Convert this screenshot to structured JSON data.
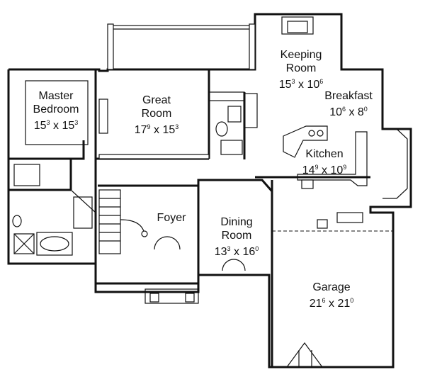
{
  "rooms": {
    "master_bedroom": {
      "name_1": "Master",
      "name_2": "Bedroom",
      "w_ft": "15",
      "w_in": "3",
      "d_ft": "15",
      "d_in": "3"
    },
    "great_room": {
      "name_1": "Great",
      "name_2": "Room",
      "w_ft": "17",
      "w_in": "9",
      "d_ft": "15",
      "d_in": "3"
    },
    "keeping_room": {
      "name_1": "Keeping",
      "name_2": "Room",
      "w_ft": "15",
      "w_in": "3",
      "d_ft": "10",
      "d_in": "6"
    },
    "breakfast": {
      "name": "Breakfast",
      "w_ft": "10",
      "w_in": "6",
      "d_ft": "8",
      "d_in": "0"
    },
    "kitchen": {
      "name": "Kitchen",
      "w_ft": "14",
      "w_in": "9",
      "d_ft": "10",
      "d_in": "9"
    },
    "foyer": {
      "name": "Foyer"
    },
    "dining_room": {
      "name_1": "Dining",
      "name_2": "Room",
      "w_ft": "13",
      "w_in": "3",
      "d_ft": "16",
      "d_in": "0"
    },
    "garage": {
      "name": "Garage",
      "w_ft": "21",
      "w_in": "6",
      "d_ft": "21",
      "d_in": "0"
    }
  }
}
